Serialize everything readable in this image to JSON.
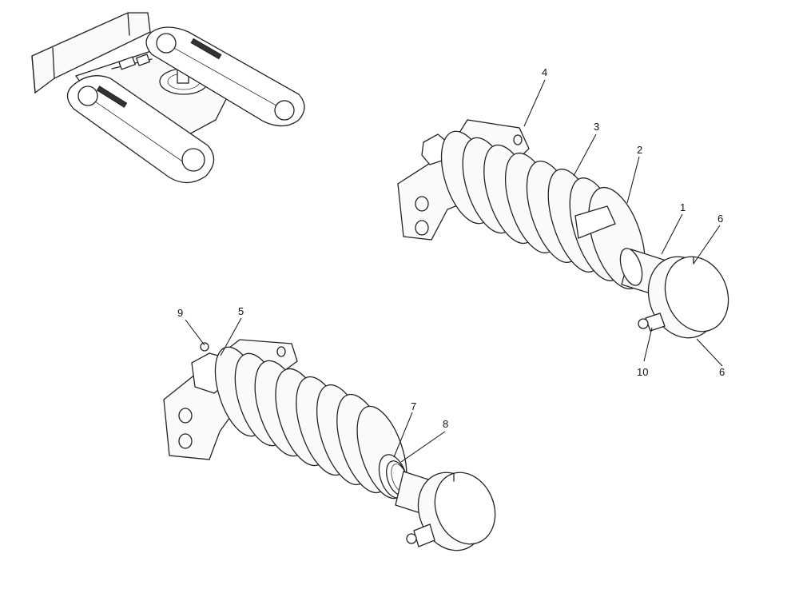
{
  "callouts": [
    "1",
    "2",
    "3",
    "4",
    "5",
    "6",
    "6",
    "7",
    "8",
    "9",
    "10"
  ]
}
